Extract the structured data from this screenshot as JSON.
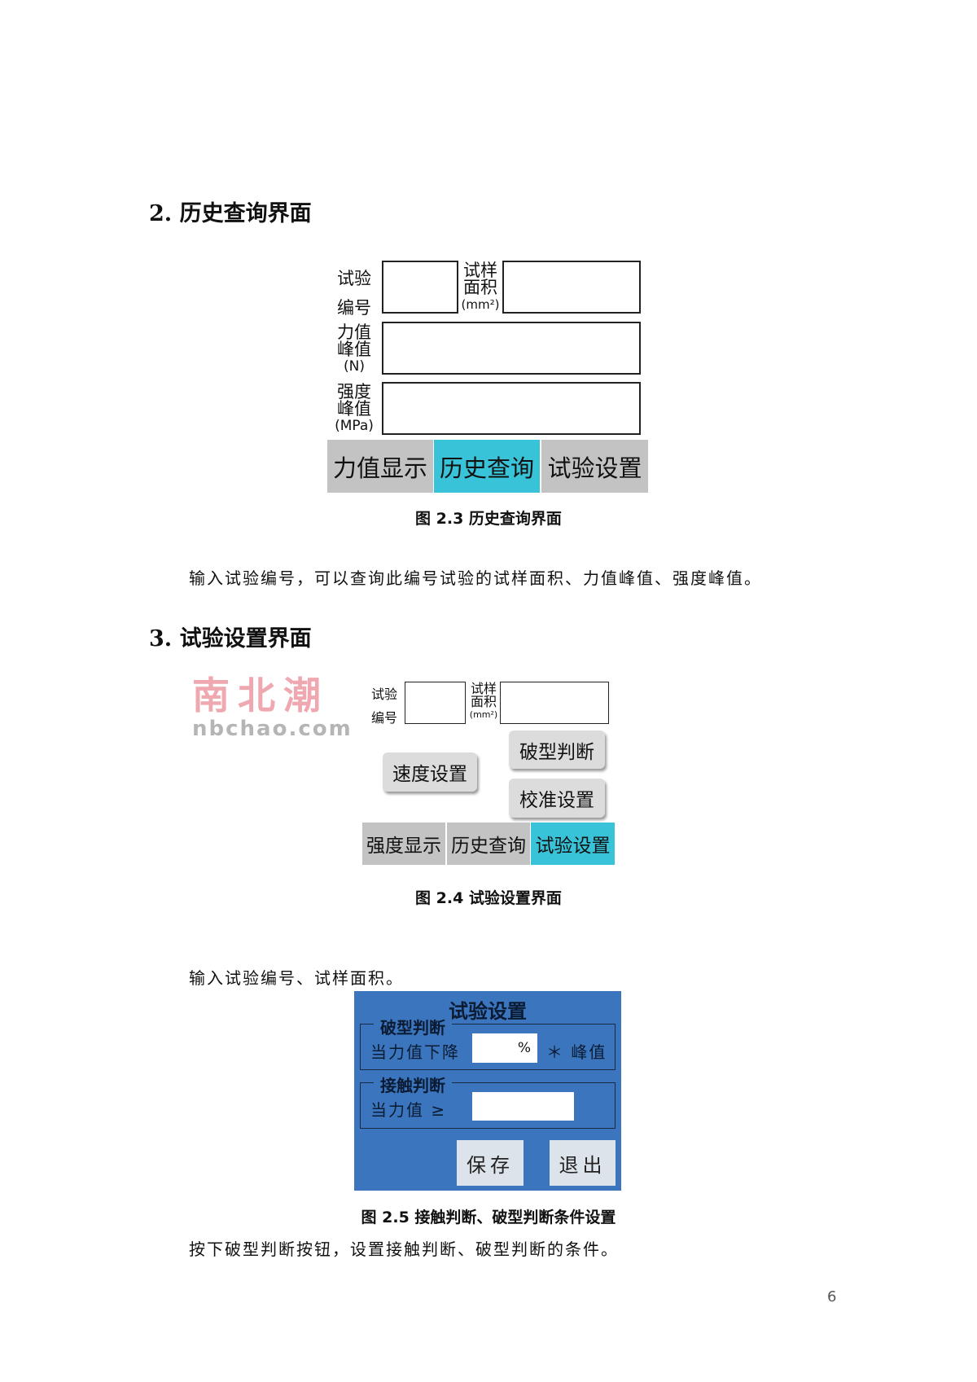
{
  "section2": {
    "heading": "2. 历史查询界面",
    "figure": {
      "labels": {
        "test_no": [
          "试验",
          "编号"
        ],
        "area": [
          "试样",
          "面积",
          "(mm²)"
        ],
        "force_peak": [
          "力值",
          "峰值",
          "(N)"
        ],
        "strength_peak": [
          "强度",
          "峰值",
          "(MPa)"
        ]
      },
      "tabs": [
        {
          "label": "力值显示",
          "active": false
        },
        {
          "label": "历史查询",
          "active": true
        },
        {
          "label": "试验设置",
          "active": false
        }
      ]
    },
    "caption": "图 2.3 历史查询界面",
    "paragraph": "输入试验编号，可以查询此编号试验的试样面积、力值峰值、强度峰值。"
  },
  "section3": {
    "heading": "3. 试验设置界面",
    "figure": {
      "labels": {
        "test_no": [
          "试验",
          "编号"
        ],
        "area": [
          "试样",
          "面积",
          "(mm²)"
        ]
      },
      "buttons": {
        "speed": "速度设置",
        "break": "破型判断",
        "calib": "校准设置"
      },
      "tabs": [
        {
          "label": "强度显示",
          "active": false
        },
        {
          "label": "历史查询",
          "active": false
        },
        {
          "label": "试验设置",
          "active": true
        }
      ]
    },
    "watermark": {
      "cn": "南北潮",
      "url": "nbchao.com"
    },
    "caption": "图 2.4 试验设置界面",
    "paragraph": "输入试验编号、试样面积。"
  },
  "dialog": {
    "title": "试验设置",
    "break_group": {
      "legend": "破型判断",
      "label": "当力值下降",
      "unit": "%",
      "suffix": "＊ 峰值"
    },
    "contact_group": {
      "legend": "接触判断",
      "label": "当力值 ≥"
    },
    "save": "保存",
    "exit": "退出",
    "bg_color": "#3a75bd"
  },
  "caption_25": "图 2.5 接触判断、破型判断条件设置",
  "paragraph_last": "按下破型判断按钮，设置接触判断、破型判断的条件。",
  "page_number": "6",
  "colors": {
    "active_tab": "#38c3d9",
    "inactive_tab": "#c3c3c3"
  }
}
